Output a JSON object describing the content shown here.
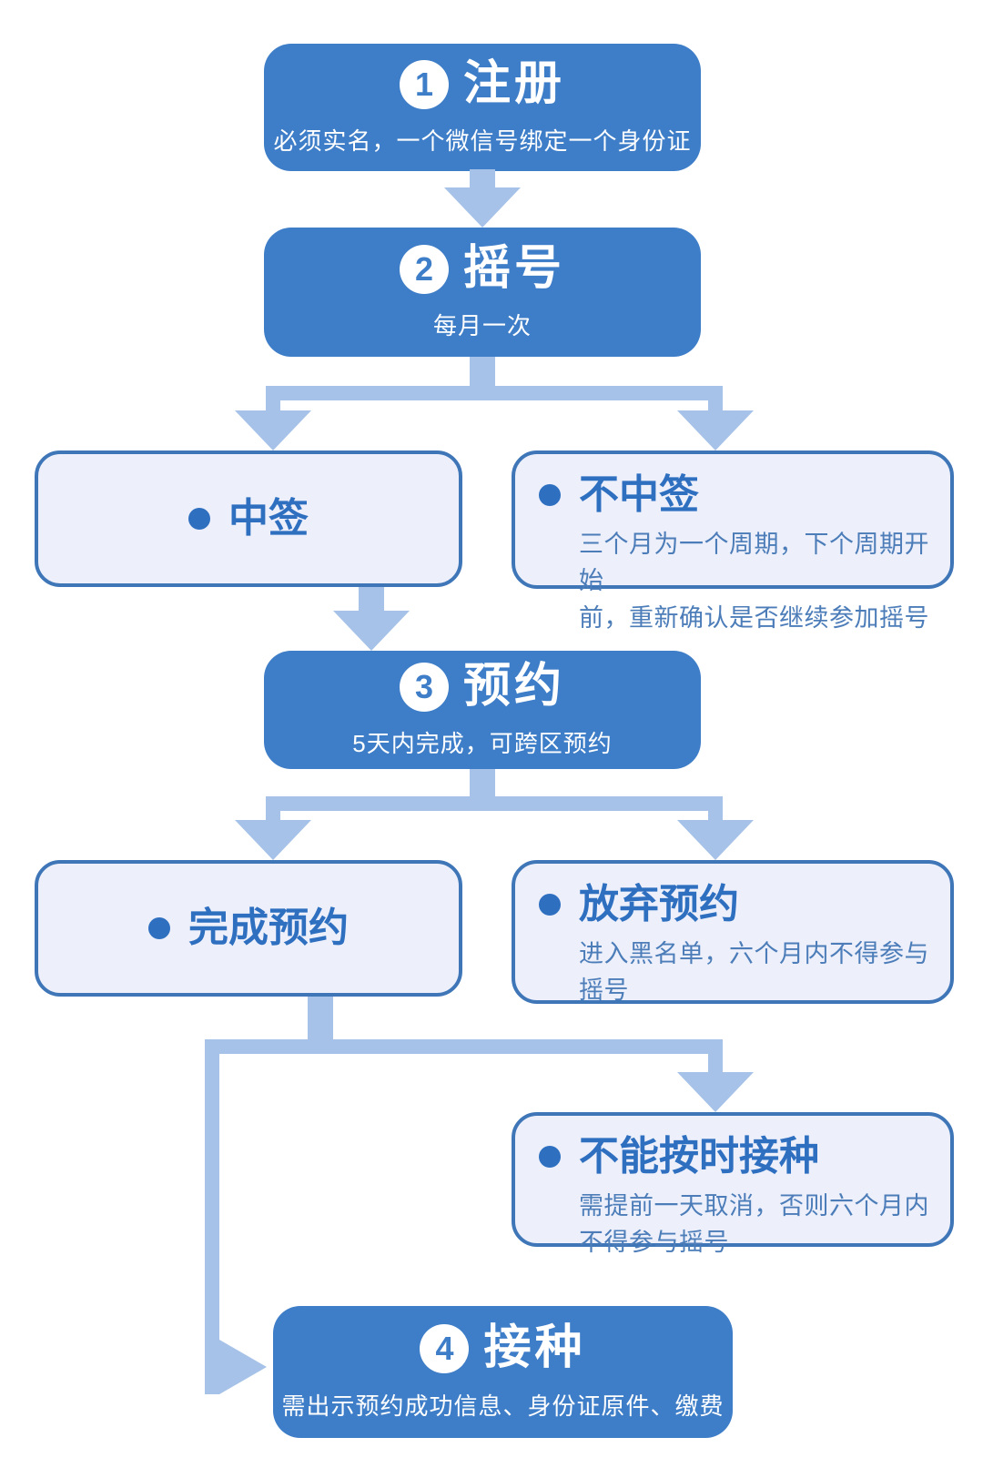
{
  "palette": {
    "primary": "#3E7DC7",
    "lightFill": "#EDF0FB",
    "lightBorder": "#3F76B8",
    "accent": "#2E6FC0",
    "detail": "#4C7DB9",
    "connector": "#A6C2E8",
    "background": "#FFFFFF"
  },
  "steps": {
    "register": {
      "num": "1",
      "title": "注册",
      "subtitle": "必须实名，一个微信号绑定一个身份证"
    },
    "lottery": {
      "num": "2",
      "title": "摇号",
      "subtitle": "每月一次"
    },
    "reserve": {
      "num": "3",
      "title": "预约",
      "subtitle": "5天内完成，可跨区预约"
    },
    "vaccinate": {
      "num": "4",
      "title": "接种",
      "subtitle": "需出示预约成功信息、身份证原件、缴费"
    }
  },
  "outcomes": {
    "win": {
      "title": "中签"
    },
    "lose": {
      "title": "不中签",
      "detail": "三个月为一个周期，下个周期开始\n前，重新确认是否继续参加摇号"
    },
    "booked": {
      "title": "完成预约"
    },
    "abandon": {
      "title": "放弃预约",
      "detail": "进入黑名单，六个月内不得参与\n摇号"
    },
    "miss": {
      "title": "不能按时接种",
      "detail": "需提前一天取消，否则六个月内\n不得参与摇号"
    }
  }
}
